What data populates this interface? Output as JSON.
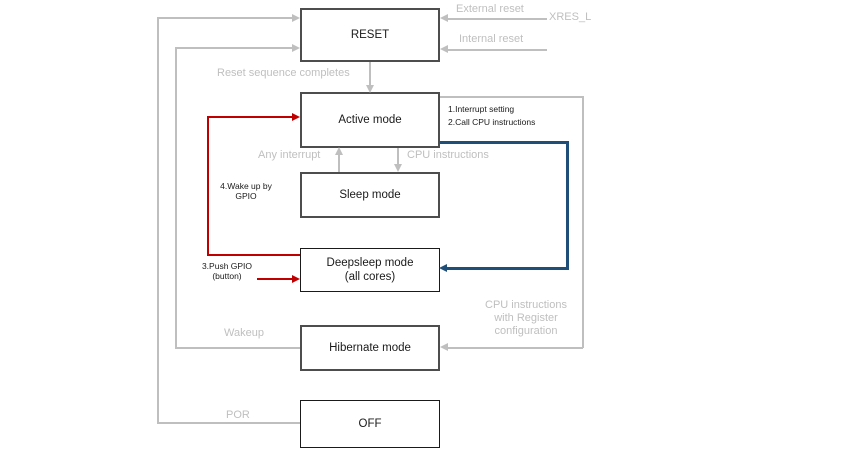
{
  "diagram": {
    "type": "state-transition-diagram",
    "subject": "power mode transitions"
  },
  "colors": {
    "line_gray": "#bfbfbf",
    "arrow_red": "#c00000",
    "arrow_blue": "#1f4e79",
    "node_border_dark": "#4d4d4d",
    "node_border_black": "#1a1a1a",
    "background": "#ffffff"
  },
  "nodes": {
    "reset": {
      "label": "RESET"
    },
    "active": {
      "label": "Active mode"
    },
    "sleep": {
      "label": "Sleep mode"
    },
    "deepsleep": {
      "label": "Deepsleep mode",
      "sublabel": "(all cores)"
    },
    "hibernate": {
      "label": "Hibernate mode"
    },
    "off": {
      "label": "OFF"
    }
  },
  "labels": {
    "external_reset": "External reset",
    "xres": "XRES_L",
    "internal_reset": "Internal reset",
    "reset_sequence": "Reset sequence completes",
    "any_interrupt": "Any interrupt",
    "cpu_instructions": "CPU instructions",
    "cpu_register": {
      "line1": "CPU instructions",
      "line2": "with Register",
      "line3": "configuration"
    },
    "wakeup": "Wakeup",
    "por": "POR"
  },
  "annotations": {
    "interrupt_setting": "1.Interrupt setting",
    "call_cpu": "2.Call CPU instructions",
    "wake_gpio": {
      "line1": "4.Wake up by",
      "line2": "GPIO"
    },
    "push_gpio": {
      "line1": "3.Push GPIO",
      "line2": "(button)"
    }
  }
}
